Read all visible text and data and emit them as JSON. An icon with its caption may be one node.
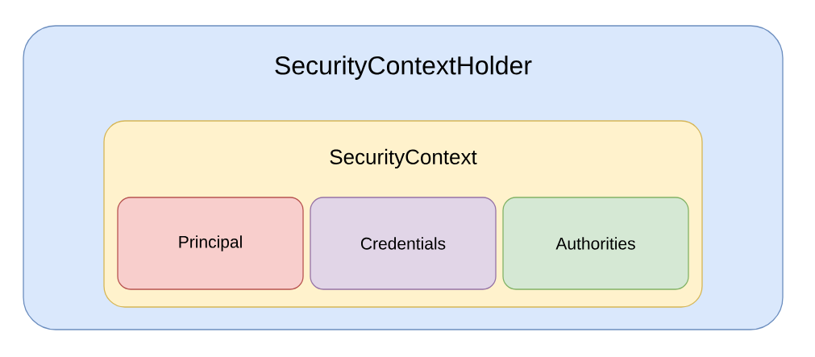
{
  "diagram": {
    "nodes": [
      {
        "text": [
          "SecurityContextHolder"
        ]
      },
      {
        "text": [
          "SecurityContext"
        ],
        "in": 0
      },
      {
        "text": [
          "Principal"
        ],
        "in": 1
      },
      {
        "text": [
          "Credentials"
        ],
        "in": 1
      },
      {
        "text": [
          "Authorities"
        ],
        "in": 1
      }
    ]
  }
}
